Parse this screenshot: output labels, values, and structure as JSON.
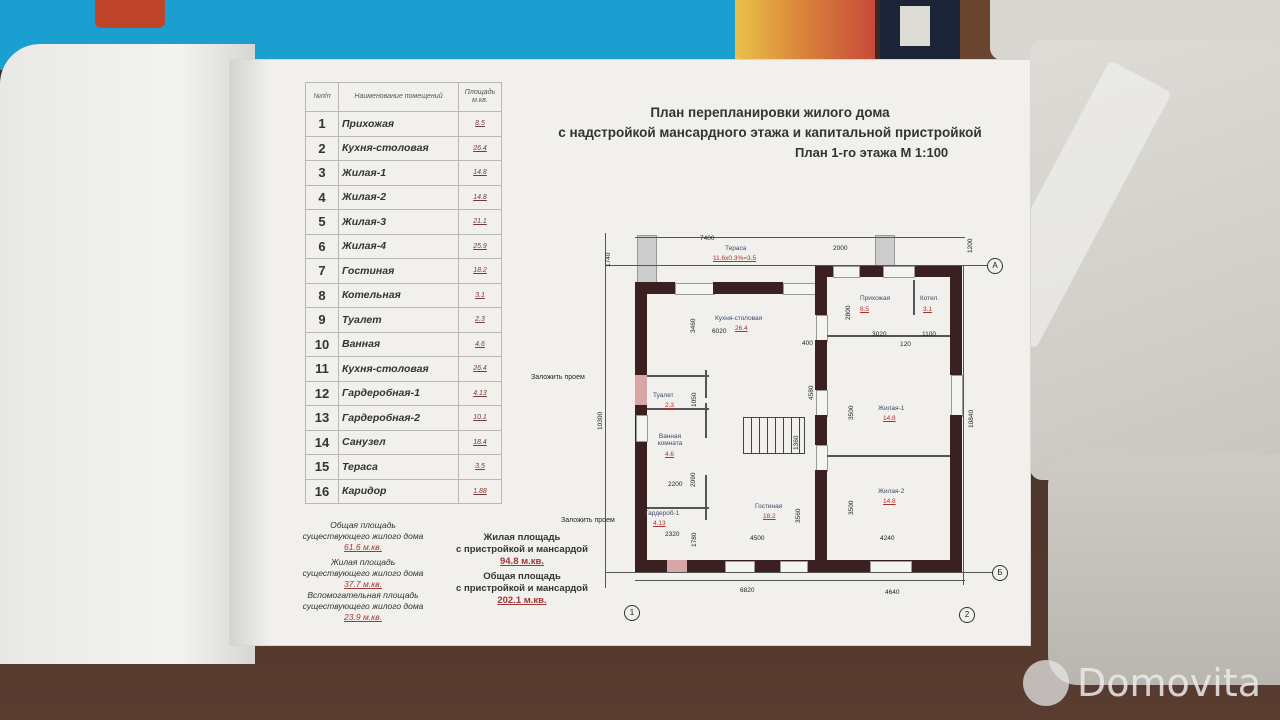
{
  "document": {
    "title_line1": "План перепланировки жилого дома",
    "title_line2": "с надстройкой мансардного этажа и капитальной пристройкой",
    "subtitle": "План 1-го этажа М 1:100"
  },
  "room_table": {
    "headers": {
      "num": "№п/п",
      "name": "Наименование помещений",
      "area": "Площадь м.кв."
    },
    "rows": [
      {
        "num": "1",
        "name": "Прихожая",
        "area": "8.5"
      },
      {
        "num": "2",
        "name": "Кухня-столовая",
        "area": "26.4"
      },
      {
        "num": "3",
        "name": "Жилая-1",
        "area": "14.8"
      },
      {
        "num": "4",
        "name": "Жилая-2",
        "area": "14.8"
      },
      {
        "num": "5",
        "name": "Жилая-3",
        "area": "21.1"
      },
      {
        "num": "6",
        "name": "Жилая-4",
        "area": "25.9"
      },
      {
        "num": "7",
        "name": "Гостиная",
        "area": "18.2"
      },
      {
        "num": "8",
        "name": "Котельная",
        "area": "3.1"
      },
      {
        "num": "9",
        "name": "Туалет",
        "area": "2.3"
      },
      {
        "num": "10",
        "name": "Ванная",
        "area": "4.6"
      },
      {
        "num": "11",
        "name": "Кухня-столовая",
        "area": "26.4"
      },
      {
        "num": "12",
        "name": "Гардеробная-1",
        "area": "4.13"
      },
      {
        "num": "13",
        "name": "Гардеробная-2",
        "area": "10.1"
      },
      {
        "num": "14",
        "name": "Санузел",
        "area": "18.4"
      },
      {
        "num": "15",
        "name": "Тераса",
        "area": "3.5"
      },
      {
        "num": "16",
        "name": "Каридор",
        "area": "1.88"
      }
    ]
  },
  "summary_existing": [
    {
      "label1": "Общая площадь",
      "label2": "существующего жилого дома",
      "value": "61.6 м.кв."
    },
    {
      "label1": "Жилая площадь",
      "label2": "существующего жилого дома",
      "value": "37.7 м.кв."
    },
    {
      "label1": "Вспомогательная площадь",
      "label2": "существующего жилого дома",
      "value": "23.9 м.кв."
    }
  ],
  "summary_new": [
    {
      "label1": "Жилая площадь",
      "label2": "с пристройкой и мансардой",
      "value": "94.8 м.кв."
    },
    {
      "label1": "Общая площадь",
      "label2": "с пристройкой и мансардой",
      "value": "202.1 м.кв."
    }
  ],
  "plan": {
    "rooms": [
      {
        "name": "Тераса",
        "area": "11.6х0.3%=3.5"
      },
      {
        "name": "Кухня-столовая",
        "area": "26.4"
      },
      {
        "name": "Прихожая",
        "area": "8.5"
      },
      {
        "name": "Котел.",
        "area": "3.1"
      },
      {
        "name": "Туалет",
        "area": "2.3"
      },
      {
        "name": "Ванная комната",
        "area": "4.6"
      },
      {
        "name": "Жилая-1",
        "area": "14.8"
      },
      {
        "name": "Жилая-2",
        "area": "14.8"
      },
      {
        "name": "Гардероб-1",
        "area": "4.13"
      },
      {
        "name": "Гостиная",
        "area": "18.2"
      }
    ],
    "dims": {
      "d7400": "7400",
      "d2000": "2000",
      "d1740": "1740",
      "d1200": "1200",
      "d3460": "3460",
      "d6020": "6020",
      "d400": "400",
      "d2800": "2800",
      "d3020": "3020",
      "d1100": "1100",
      "d120": "120",
      "d4580": "4580",
      "d1050": "1050",
      "d3500": "3500",
      "d1360": "1360",
      "d2090": "2090",
      "d2200": "2200",
      "d10300": "10300",
      "d10840": "10840",
      "d1780": "1780",
      "d2320": "2320",
      "d4500": "4500",
      "d3560": "3560",
      "d4240": "4240",
      "d6820": "6820",
      "d4640": "4640"
    },
    "notes": {
      "block_opening": "Заложить проем"
    },
    "axes": {
      "a": "А",
      "b": "Б",
      "one": "1",
      "two": "2"
    }
  },
  "watermark": {
    "text": "Domovita"
  }
}
